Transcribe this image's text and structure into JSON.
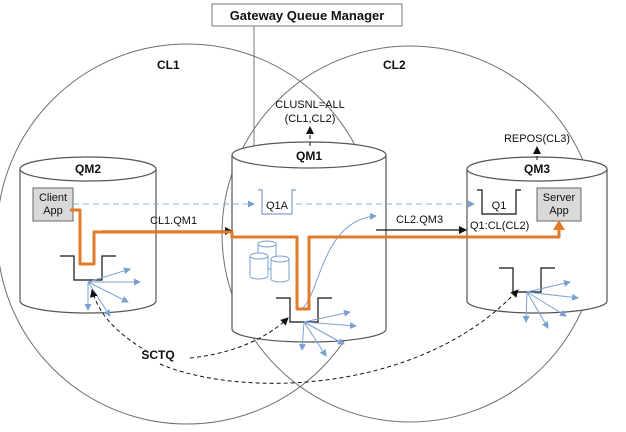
{
  "title": "Gateway Queue Manager",
  "clusters": {
    "cl1": "CL1",
    "cl2": "CL2"
  },
  "qm1": {
    "name": "QM1",
    "clusnl_line1": "CLUSNL=ALL",
    "clusnl_line2": "(CL1,CL2)",
    "alias_queue": "Q1A"
  },
  "qm2": {
    "name": "QM2",
    "app_line1": "Client",
    "app_line2": "App"
  },
  "qm3": {
    "name": "QM3",
    "repos": "REPOS(CL3)",
    "queue": "Q1",
    "queue_def": "Q1:CL(CL2)",
    "app_line1": "Server",
    "app_line2": "App"
  },
  "channels": {
    "to_qm1": "CL1.QM1",
    "to_qm3": "CL2.QM3"
  },
  "sctq": "SCTQ",
  "colors": {
    "route": "#e07b2a",
    "channel": "#111111",
    "alias": "#8fb0d8",
    "fanout": "#7aa0d0",
    "app_box": "#d9d9d9"
  }
}
